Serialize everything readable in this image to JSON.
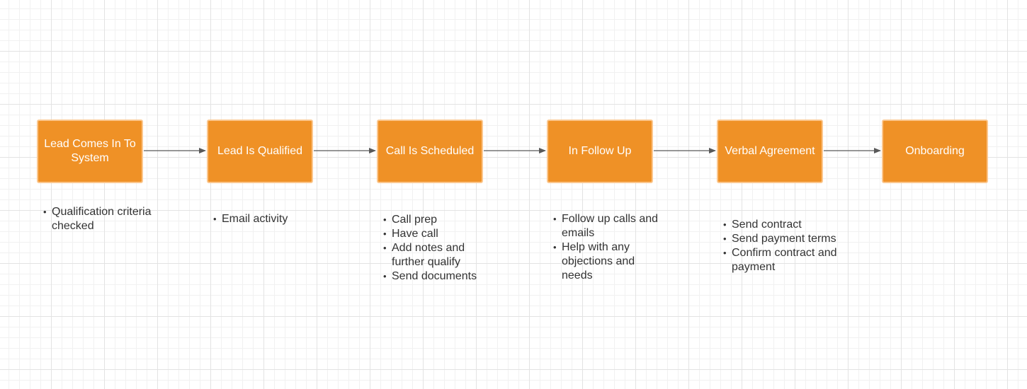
{
  "steps": [
    {
      "label": "Lead Comes In To System",
      "notes": [
        "Qualification criteria checked"
      ]
    },
    {
      "label": "Lead Is Qualified",
      "notes": [
        "Email activity"
      ]
    },
    {
      "label": "Call Is Scheduled",
      "notes": [
        "Call prep",
        "Have call",
        "Add notes and further qualify",
        "Send documents"
      ]
    },
    {
      "label": "In Follow Up",
      "notes": [
        "Follow up calls and emails",
        "Help with any objections and needs"
      ]
    },
    {
      "label": "Verbal Agreement",
      "notes": [
        "Send contract",
        "Send payment terms",
        "Confirm contract and payment"
      ]
    },
    {
      "label": "Onboarding",
      "notes": []
    }
  ],
  "colors": {
    "box_fill": "#ef9126",
    "box_border": "#fbc68d",
    "connector": "#595959",
    "note_text": "#333333"
  }
}
